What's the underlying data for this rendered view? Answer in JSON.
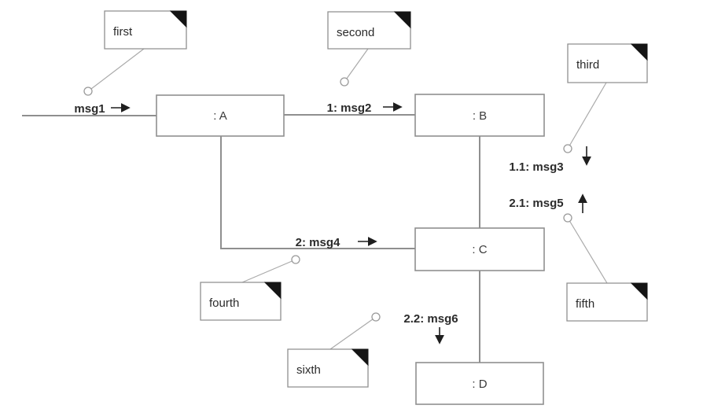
{
  "diagram": {
    "kind": "uml-communication-diagram",
    "background": "#ffffff"
  },
  "objects": {
    "a": {
      "label": ": A"
    },
    "b": {
      "label": ": B"
    },
    "c": {
      "label": ": C"
    },
    "d": {
      "label": ": D"
    }
  },
  "messages": {
    "msg1": {
      "label": "msg1",
      "direction": "right",
      "on_link": "start-to-A"
    },
    "msg2": {
      "label": "1: msg2",
      "direction": "right",
      "on_link": "A-to-B"
    },
    "msg3": {
      "label": "1.1: msg3",
      "direction": "down",
      "on_link": "B-to-C"
    },
    "msg4": {
      "label": "2: msg4",
      "direction": "right",
      "on_link": "A-to-C"
    },
    "msg5": {
      "label": "2.1: msg5",
      "direction": "up",
      "on_link": "C-to-B"
    },
    "msg6": {
      "label": "2.2: msg6",
      "direction": "down",
      "on_link": "C-to-D"
    }
  },
  "links": [
    {
      "from": "edge",
      "to": "A",
      "message": "msg1"
    },
    {
      "from": "A",
      "to": "B",
      "message": "1: msg2"
    },
    {
      "from": "B",
      "to": "C",
      "messages": [
        "1.1: msg3",
        "2.1: msg5"
      ]
    },
    {
      "from": "A",
      "to": "C",
      "message": "2: msg4"
    },
    {
      "from": "C",
      "to": "D",
      "message": "2.2: msg6"
    }
  ],
  "notes": {
    "first": {
      "label": "first",
      "attached_near": "msg1"
    },
    "second": {
      "label": "second",
      "attached_near": "1: msg2"
    },
    "third": {
      "label": "third",
      "attached_near": "1.1: msg3"
    },
    "fourth": {
      "label": "fourth",
      "attached_near": "2: msg4"
    },
    "fifth": {
      "label": "fifth",
      "attached_near": "2.1: msg5"
    },
    "sixth": {
      "label": "sixth",
      "attached_near": "2.2: msg6"
    }
  },
  "colors": {
    "box_border": "#8f8f8f",
    "link_line": "#8f8f8f",
    "note_border": "#8f8f8f",
    "note_fold": "#141414",
    "connector_line": "#aaaaaa",
    "arrow": "#1f1f1f",
    "text": "#2b2b2b",
    "background": "#ffffff"
  }
}
